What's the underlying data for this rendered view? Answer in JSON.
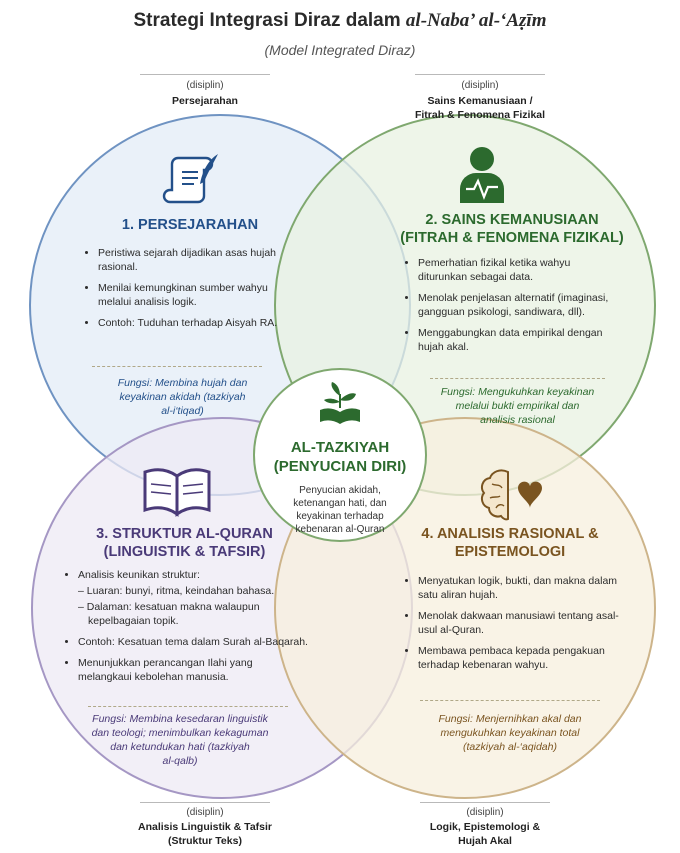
{
  "header": {
    "title_plain": "Strategi Integrasi Diraz dalam ",
    "title_italic": "al-Naba’ al-‘Aẓīm",
    "subtitle": "(Model Integrated Diraz)"
  },
  "disciplines": {
    "tag": "(disiplin)",
    "top_left": "Persejarahan",
    "top_right_1": "Sains Kemanusiaan /",
    "top_right_2": "Fitrah & Fenomena Fizikal",
    "bottom_left_1": "Analisis Linguistik & Tafsir",
    "bottom_left_2": "(Struktur Teks)",
    "bottom_right_1": "Logik, Epistemologi &",
    "bottom_right_2": "Hujah Akal"
  },
  "colors": {
    "blue_fill": "#e6eef8",
    "blue_stroke": "#6f93c2",
    "green_fill": "#e8f1e2",
    "green_stroke": "#7fa86f",
    "purple_fill": "#eee9f4",
    "purple_stroke": "#a597c4",
    "brown_fill": "#f7efde",
    "brown_stroke": "#cdb48a",
    "center_fill": "#ffffff",
    "center_stroke": "#7fa86f"
  },
  "icons": {
    "q1": "scroll-quill-icon",
    "q2": "person-heartbeat-icon",
    "q3": "open-book-icon",
    "q4": "brain-heart-icon",
    "center": "book-plant-icon"
  },
  "q1": {
    "heading": "1. PERSEJARAHAN",
    "points": [
      "Peristiwa sejarah dijadikan asas hujah rasional.",
      "Menilai kemungkinan sumber wahyu melalui analisis logik.",
      "Contoh: Tuduhan terhadap Aisyah RA."
    ],
    "func_1": "Fungsi: Membina hujah dan",
    "func_2": "keyakinan akidah (tazkiyah",
    "func_3": "al-i‘tiqad)"
  },
  "q2": {
    "heading_1": "2. SAINS KEMANUSIAAN",
    "heading_2": "(FITRAH & FENOMENA FIZIKAL)",
    "points": [
      "Pemerhatian fizikal ketika wahyu diturunkan sebagai data.",
      "Menolak penjelasan alternatif (imaginasi, gangguan psikologi, sandiwara, dll).",
      "Menggabungkan data empirikal dengan hujah akal."
    ],
    "func_1": "Fungsi: Mengukuhkan keyakinan",
    "func_2": "melalui bukti empirikal dan",
    "func_3": "analisis rasional"
  },
  "q3": {
    "heading_1": "3. STRUKTUR AL-QURAN",
    "heading_2": "(LINGUISTIK & TAFSIR)",
    "point_1": "Analisis keunikan struktur:",
    "sub_1": "– Luaran: bunyi, ritma, keindahan bahasa.",
    "sub_2": "– Dalaman: kesatuan makna walaupun kepelbagaian topik.",
    "point_2": "Contoh: Kesatuan tema dalam Surah al-Baqarah.",
    "point_3": "Menunjukkan perancangan Ilahi yang melangkaui kebolehan manusia.",
    "func_1": "Fungsi: Membina kesedaran linguistik",
    "func_2": "dan teologi; menimbulkan kekaguman",
    "func_3": "dan ketundukan hati (tazkiyah",
    "func_4": "al-qalb)"
  },
  "q4": {
    "heading_1": "4. ANALISIS RASIONAL &",
    "heading_2": "EPISTEMOLOGI",
    "points": [
      "Menyatukan logik, bukti, dan makna dalam satu aliran hujah.",
      "Menolak dakwaan manusiawi tentang asal-usul al-Quran.",
      "Membawa pembaca kepada pengakuan terhadap kebenaran wahyu."
    ],
    "func_1": "Fungsi: Menjernihkan akal dan",
    "func_2": "mengukuhkan keyakinan total",
    "func_3": "(tazkiyah al-‘aqidah)"
  },
  "center": {
    "title_1": "AL-TAZKIYAH",
    "title_2": "(PENYUCIAN DIRI)",
    "text": "Penyucian akidah, ketenangan hati, dan keyakinan terhadap kebenaran al-Quran"
  }
}
